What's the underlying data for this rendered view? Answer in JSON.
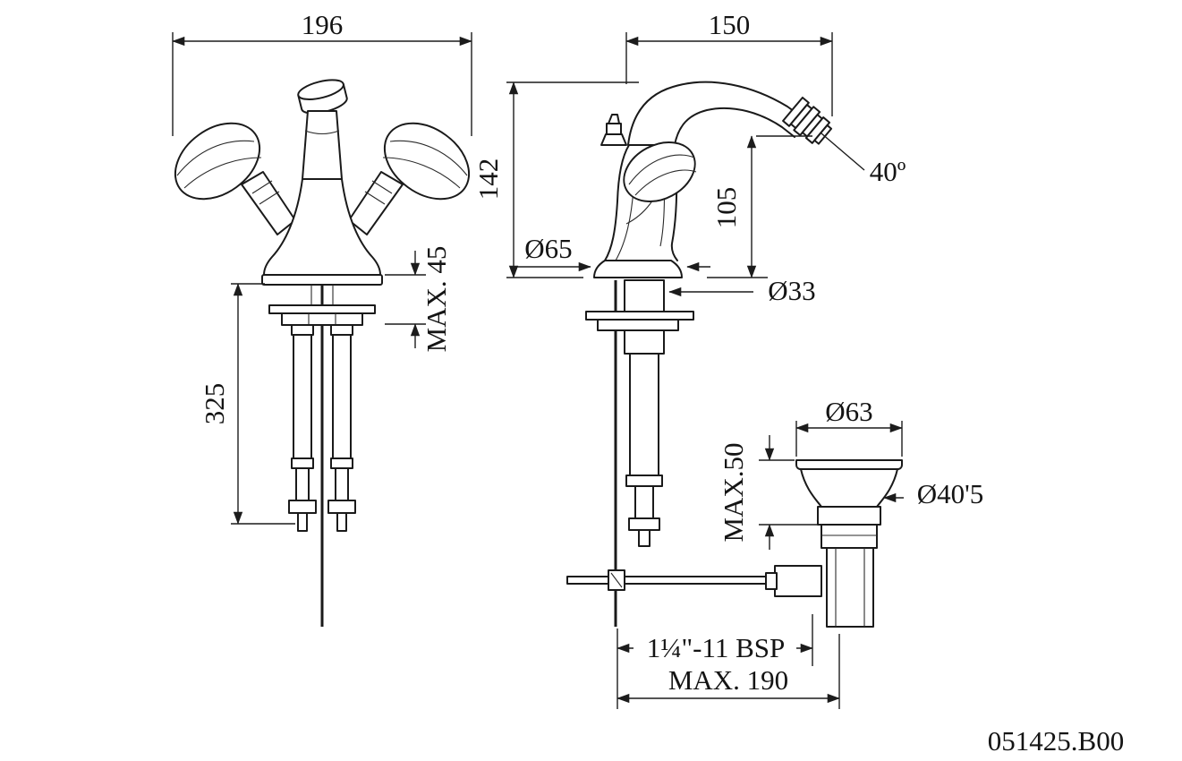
{
  "meta": {
    "part_number": "051425.B00",
    "drawing_type": "bidet-mixer-technical-drawing",
    "line_color": "#1a1a1a",
    "background_color": "#ffffff"
  },
  "front_view": {
    "name": "front-view",
    "dims": {
      "width": "196",
      "deck_max": "MAX. 45",
      "hose_length": "325"
    }
  },
  "side_view": {
    "name": "side-view",
    "dims": {
      "depth": "150",
      "height": "142",
      "spout_height": "105",
      "spout_angle": "40º",
      "base_diameter": "Ø65",
      "shank_diameter": "Ø33"
    }
  },
  "waste": {
    "name": "pop-up-waste-detail",
    "dims": {
      "flange_diameter": "Ø63",
      "body_max": "MAX.50",
      "waste_diameter": "Ø40'5",
      "thread": "1¼\"-11 BSP",
      "max_reach": "MAX. 190"
    }
  }
}
